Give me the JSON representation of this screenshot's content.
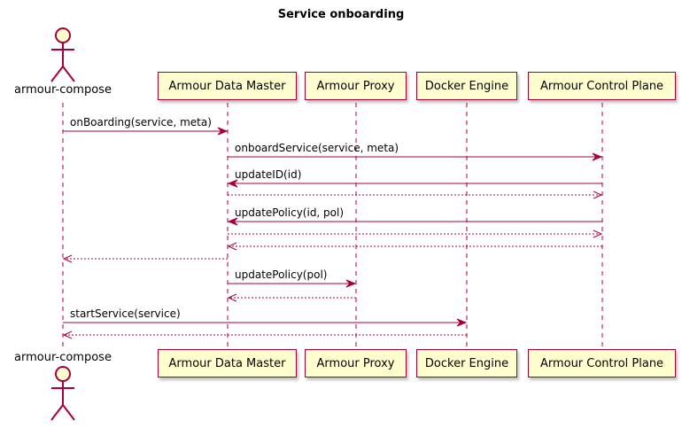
{
  "diagram": {
    "type": "sequence",
    "title": "Service onboarding",
    "accent_color": "#A80036",
    "participant_fill": "#FEFECE",
    "participants": [
      {
        "id": "ac",
        "label": "armour-compose",
        "kind": "actor"
      },
      {
        "id": "adm",
        "label": "Armour Data Master",
        "kind": "participant"
      },
      {
        "id": "ap",
        "label": "Armour Proxy",
        "kind": "participant"
      },
      {
        "id": "de",
        "label": "Docker Engine",
        "kind": "participant"
      },
      {
        "id": "acp",
        "label": "Armour Control Plane",
        "kind": "participant"
      }
    ],
    "messages": [
      {
        "from": "ac",
        "to": "adm",
        "label": "onBoarding(service, meta)",
        "dashed": false
      },
      {
        "from": "adm",
        "to": "acp",
        "label": "onboardService(service, meta)",
        "dashed": false
      },
      {
        "from": "acp",
        "to": "adm",
        "label": "updateID(id)",
        "dashed": false
      },
      {
        "from": "adm",
        "to": "acp",
        "label": "",
        "dashed": true
      },
      {
        "from": "acp",
        "to": "adm",
        "label": "updatePolicy(id, pol)",
        "dashed": false
      },
      {
        "from": "adm",
        "to": "acp",
        "label": "",
        "dashed": true
      },
      {
        "from": "acp",
        "to": "adm",
        "label": "",
        "dashed": true
      },
      {
        "from": "adm",
        "to": "ac",
        "label": "",
        "dashed": true
      },
      {
        "from": "adm",
        "to": "ap",
        "label": "updatePolicy(pol)",
        "dashed": false
      },
      {
        "from": "ap",
        "to": "adm",
        "label": "",
        "dashed": true
      },
      {
        "from": "ac",
        "to": "de",
        "label": "startService(service)",
        "dashed": false
      },
      {
        "from": "de",
        "to": "ac",
        "label": "",
        "dashed": true
      }
    ]
  }
}
